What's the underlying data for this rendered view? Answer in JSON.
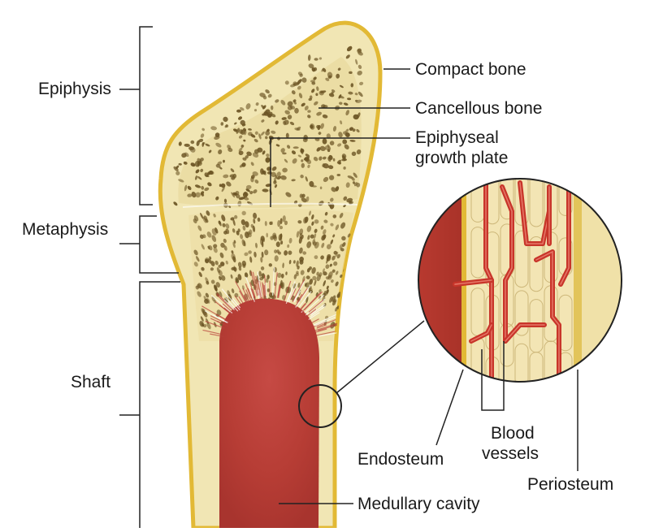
{
  "labels": {
    "epiphysis": "Epiphysis",
    "metaphysis": "Metaphysis",
    "shaft": "Shaft",
    "compact_bone": "Compact bone",
    "cancellous_bone": "Cancellous bone",
    "growth_plate_line1": "Epiphyseal",
    "growth_plate_line2": "growth plate",
    "endosteum": "Endosteum",
    "blood_vessels_line1": "Blood",
    "blood_vessels_line2": "vessels",
    "periosteum": "Periosteum",
    "medullary_cavity": "Medullary cavity"
  },
  "colors": {
    "bone_fill": "#f1e6b4",
    "outline": "#e2b935",
    "marrow": "#b8403a",
    "pores": "#6b5424",
    "vessel": "#c8352a",
    "leader": "#222222"
  }
}
